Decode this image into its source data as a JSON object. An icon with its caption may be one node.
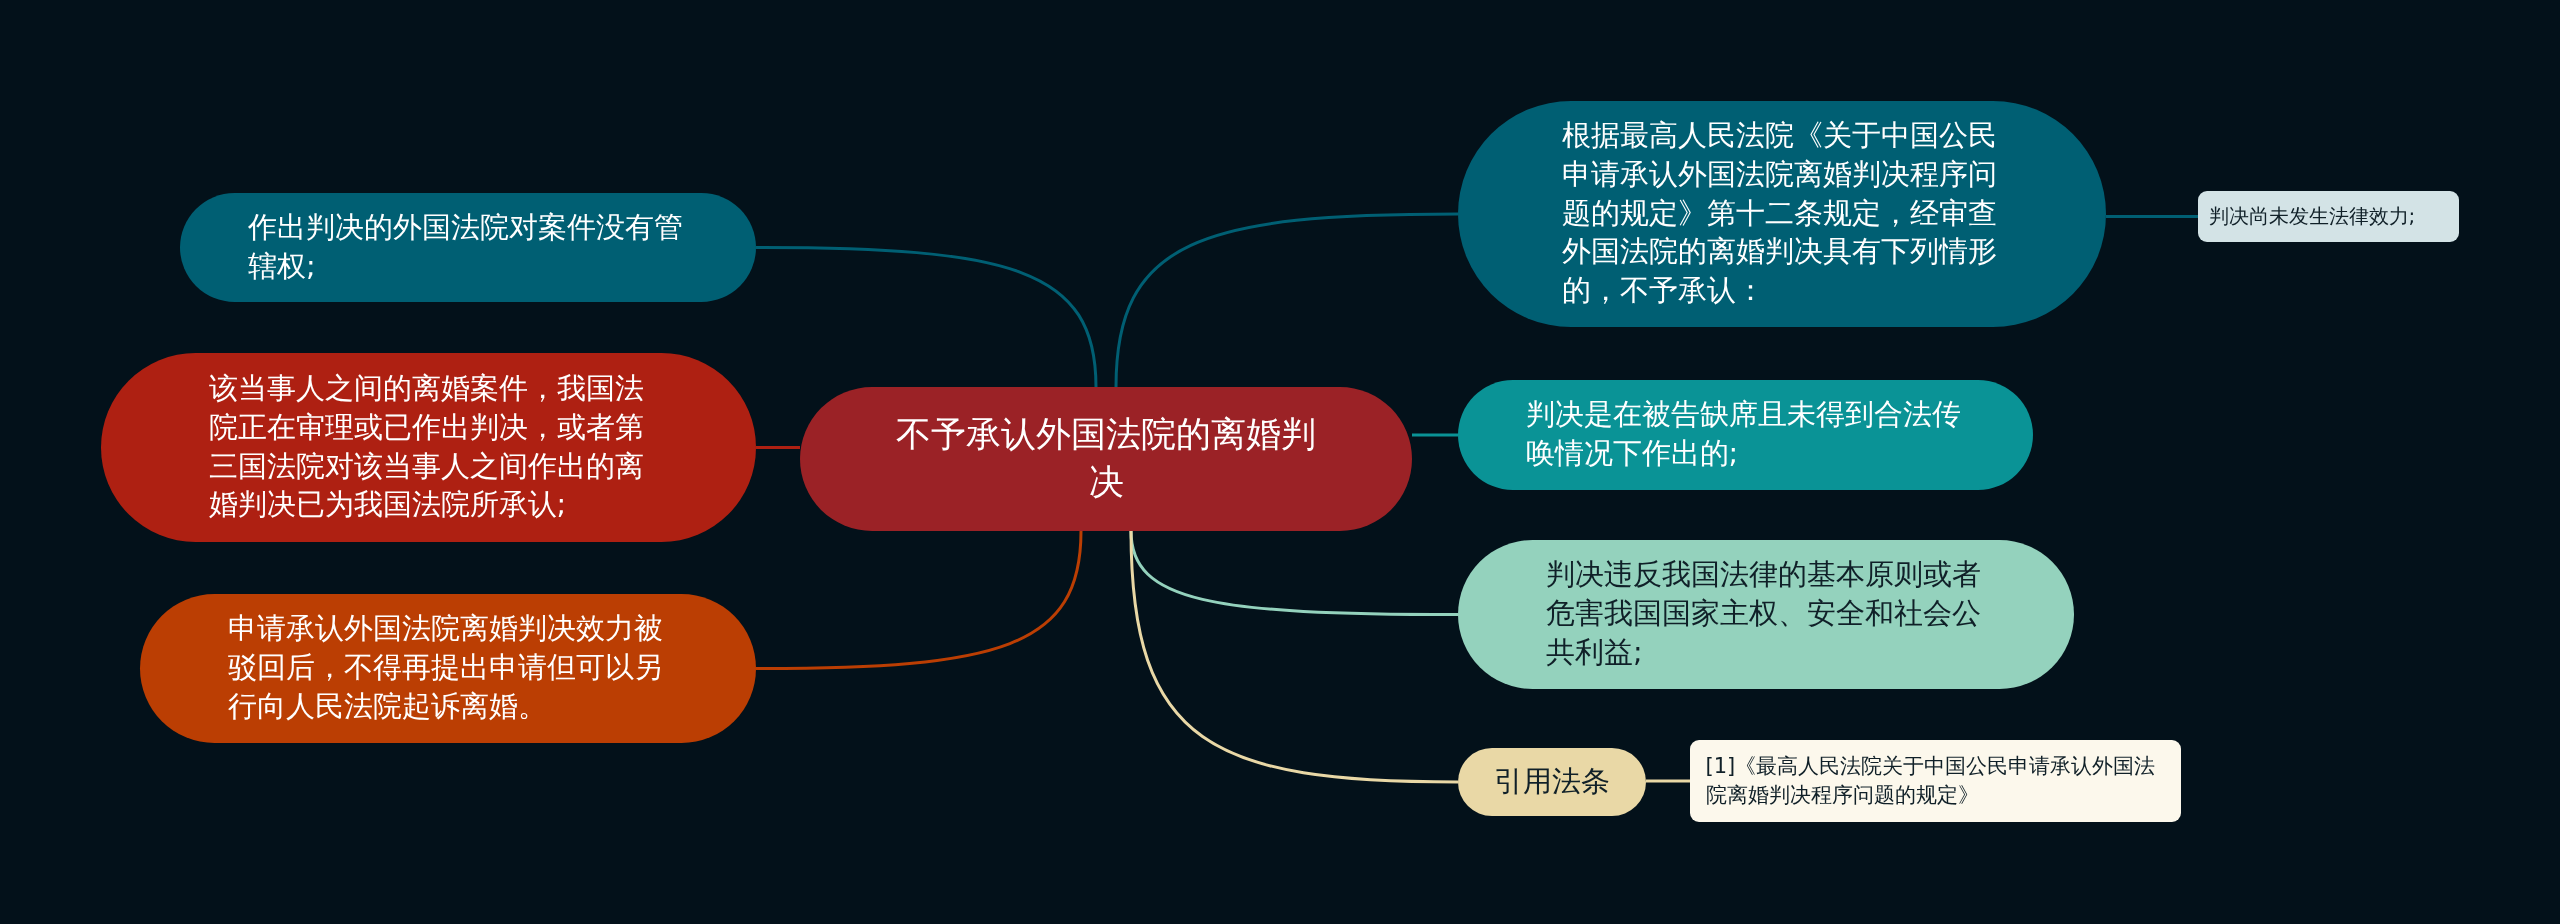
{
  "diagram": {
    "nodes": [
      {
        "text": [
          "不予承认外国法院的离婚判决"
        ]
      },
      {
        "text": [
          "根据最高人民法院《关于中国公民申请承认外国法院离婚判决程序问题的规定》第十二条规定，经审查外国法院的离婚判决具有下列情形的，不予承认："
        ]
      },
      {
        "text": [
          "判决尚未发生法律效力;"
        ]
      },
      {
        "text": [
          "判决是在被告缺席且未得到合法传唤情况下作出的;"
        ]
      },
      {
        "text": [
          "判决违反我国法律的基本原则或者危害我国国家主权、安全和社会公共利益;"
        ]
      },
      {
        "text": [
          "引用法条"
        ]
      },
      {
        "text": [
          "[1]《最高人民法院关于中国公民申请承认外国法院离婚判决程序问题的规定》"
        ]
      },
      {
        "text": [
          "作出判决的外国法院对案件没有管辖权;"
        ]
      },
      {
        "text": [
          "该当事人之间的离婚案件，我国法院正在审理或已作出判决，或者第三国法院对该当事人之间作出的离婚判决已为我国法院所承认;"
        ]
      },
      {
        "text": [
          "申请承认外国法院离婚判决效力被驳回后，不得再提出申请但可以另行向人民法院起诉离婚。"
        ]
      }
    ],
    "edges": [
      {
        "from": 0,
        "to": 1,
        "arrow": "none"
      },
      {
        "from": 1,
        "to": 2,
        "arrow": "none"
      },
      {
        "from": 0,
        "to": 3,
        "arrow": "none",
        "color": "#0a9396"
      },
      {
        "from": 0,
        "to": 4,
        "arrow": "none",
        "color": "#94d2bd"
      },
      {
        "from": 0,
        "to": 5,
        "arrow": "none",
        "color": "#e9d8a6"
      },
      {
        "from": 5,
        "to": 6,
        "arrow": "none",
        "color": "#e9d8a6"
      },
      {
        "from": 0,
        "to": 7,
        "arrow": "none"
      },
      {
        "from": 0,
        "to": 8,
        "arrow": "none",
        "color": "#ae2012"
      },
      {
        "from": 0,
        "to": 9,
        "arrow": "none",
        "color": "#bb3e03"
      }
    ]
  }
}
